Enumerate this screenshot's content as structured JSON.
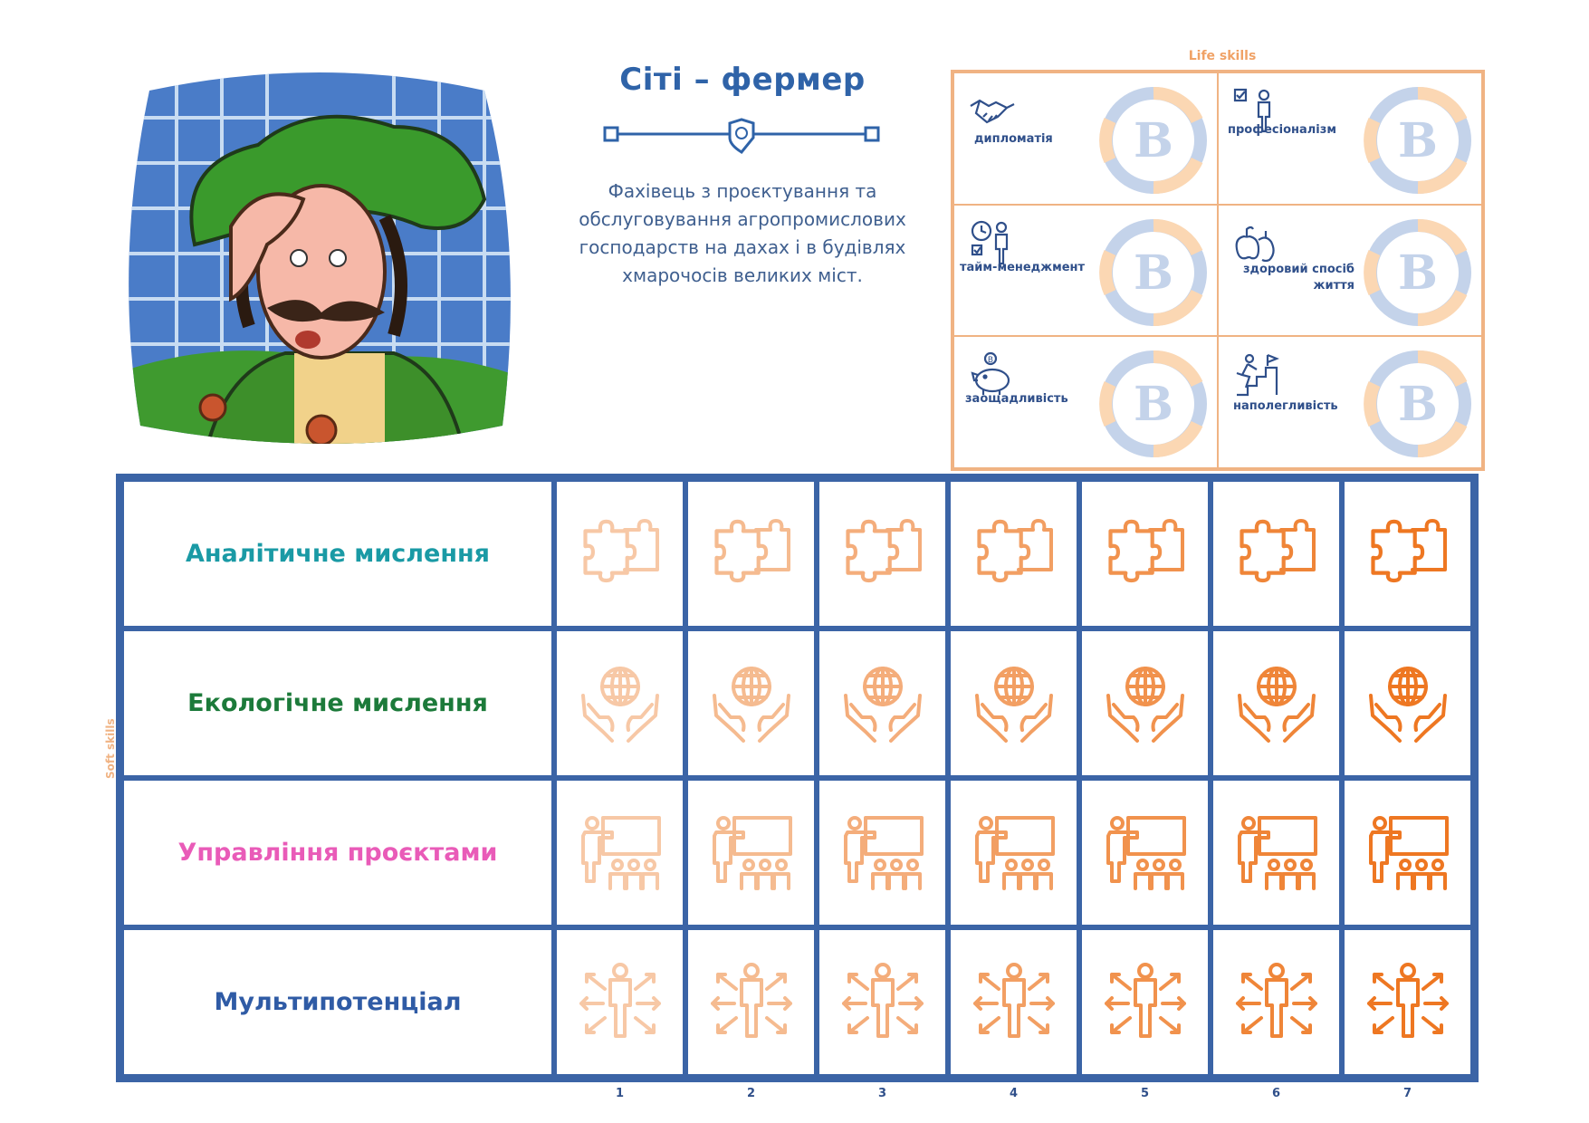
{
  "header": {
    "title": "Сіті – фермер",
    "description": "Фахівець з проєктування та обслуговування агропромислових господарств на дахах і в будівлях хмарочосів великих міст."
  },
  "life_skills": {
    "title": "Life skills",
    "badge_letter": "B",
    "items": [
      {
        "label": "дипломатія",
        "icon": "handshake-icon"
      },
      {
        "label": "професіоналізм",
        "icon": "professional-person-icon"
      },
      {
        "label": "тайм-менеджмент",
        "icon": "clock-person-icon"
      },
      {
        "label": "здоровий спосіб життя",
        "icon": "apple-icon"
      },
      {
        "label": "заощадливість",
        "icon": "piggy-bank-icon"
      },
      {
        "label": "наполегливість",
        "icon": "stairs-climber-icon"
      }
    ]
  },
  "soft_skills": {
    "title": "Soft skills",
    "columns": [
      "1",
      "2",
      "3",
      "4",
      "5",
      "6",
      "7"
    ],
    "rows": [
      {
        "label": "Аналітичне мислення",
        "color": "#1a9aa5",
        "icon": "puzzle-icon"
      },
      {
        "label": "Екологічне мислення",
        "color": "#1c7a3a",
        "icon": "globe-hands-icon"
      },
      {
        "label": "Управління проєктами",
        "color": "#e95bb8",
        "icon": "presentation-team-icon"
      },
      {
        "label": "Мультипотенціал",
        "color": "#2f5ba5",
        "icon": "multidirection-person-icon"
      }
    ],
    "icon_colors": [
      "#f7c8a6",
      "#f5bb90",
      "#f4ad7b",
      "#f29f63",
      "#f1924d",
      "#ef8538",
      "#ee7722"
    ]
  }
}
